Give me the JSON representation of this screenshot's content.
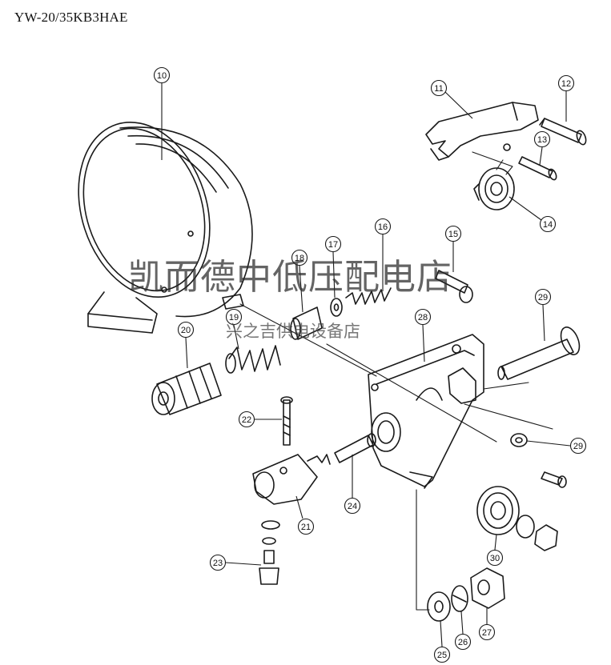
{
  "header": {
    "model": "YW-20/35KB3HAE"
  },
  "watermark": {
    "shop_name": "凯而德中低压配电店",
    "sub_name": "兴之吉供电设备店"
  },
  "callouts": [
    "10",
    "11",
    "12",
    "13",
    "14",
    "15",
    "16",
    "17",
    "18",
    "19",
    "20",
    "21",
    "22",
    "23",
    "24",
    "25",
    "26",
    "27",
    "28",
    "29",
    "29",
    "30"
  ],
  "colors": {
    "ink": "#1a1a1a",
    "paper": "#ffffff"
  }
}
